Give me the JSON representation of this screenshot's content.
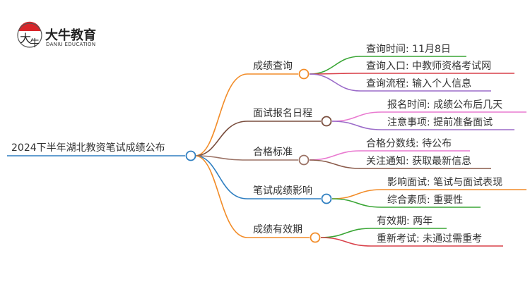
{
  "logo": {
    "cn": "大牛教育",
    "en": "DANIU EDUCATION",
    "mark": "大牛"
  },
  "root": {
    "label": "2024下半年湖北教资笔试成绩公布",
    "color": "#2f7fc1"
  },
  "branches": [
    {
      "label": "成绩查询",
      "color": "#f28c28",
      "children": [
        {
          "label": "查询时间: 11月8日",
          "color": "#3aa635"
        },
        {
          "label": "查询入口: 中教师资格考试网",
          "color": "#d9414a"
        },
        {
          "label": "查询流程: 输入个人信息",
          "color": "#9b6bc9"
        }
      ]
    },
    {
      "label": "面试报名日程",
      "color": "#7a4e3e",
      "children": [
        {
          "label": "报名时间: 成绩公布后几天",
          "color": "#e97ad0"
        },
        {
          "label": "注意事项: 提前准备面试",
          "color": "#9b6bc9"
        }
      ]
    },
    {
      "label": "合格标准",
      "color": "#9b7265",
      "children": [
        {
          "label": "合格分数线: 待公布",
          "color": "#e97ad0"
        },
        {
          "label": "关注通知: 获取最新信息",
          "color": "#8a5a4a"
        }
      ]
    },
    {
      "label": "笔试成绩影响",
      "color": "#2f7fc1",
      "children": [
        {
          "label": "影响面试: 笔试与面试表现",
          "color": "#f28c28"
        },
        {
          "label": "综合素质: 重要性",
          "color": "#3aa635"
        }
      ]
    },
    {
      "label": "成绩有效期",
      "color": "#f28c28",
      "children": [
        {
          "label": "有效期: 两年",
          "color": "#3aa635"
        },
        {
          "label": "重新考试: 未通过需重考",
          "color": "#d9414a"
        }
      ]
    }
  ]
}
